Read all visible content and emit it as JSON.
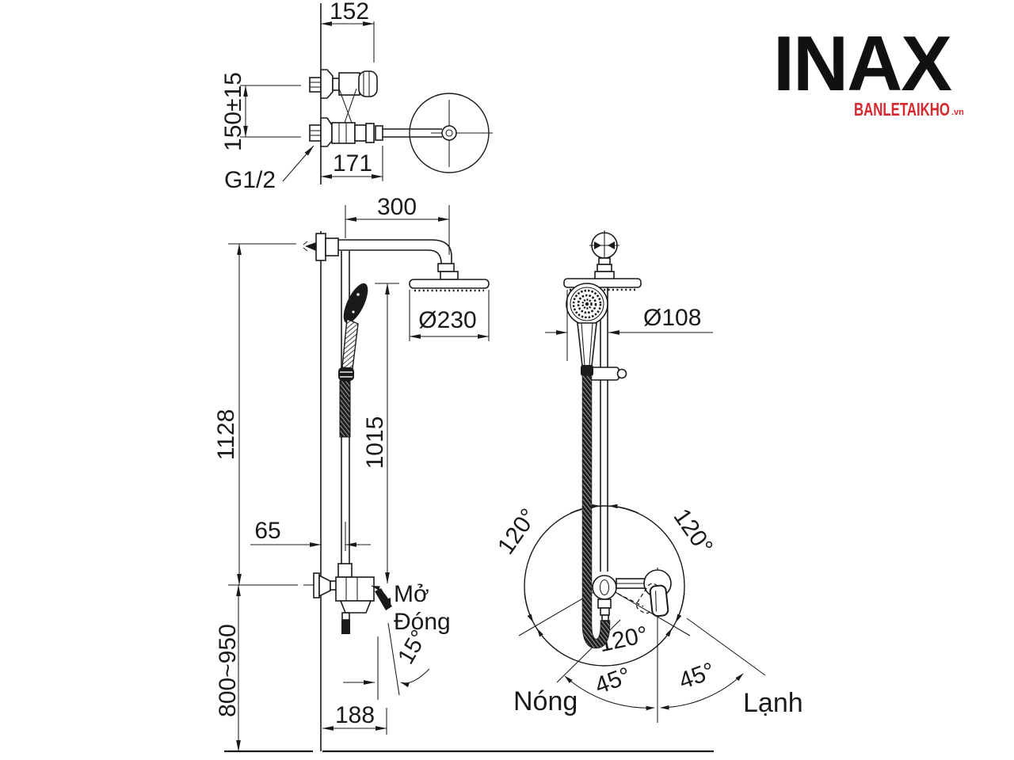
{
  "colors": {
    "line": "#1a1a1a",
    "background": "#ffffff",
    "brand": "#111111",
    "retailer": "#d7282f"
  },
  "logo": {
    "brand": "INAX",
    "retailer": "BANLETAIKHO",
    "suffix": ".vn"
  },
  "plan_view": {
    "dim_width": "152",
    "dim_spacing": "150±15",
    "dim_depth": "171",
    "thread": "G1/2"
  },
  "front_view": {
    "dim_arm": "300",
    "dim_head_diameter": "Ø230",
    "dim_total_height": "1128",
    "dim_pole_height": "1015",
    "dim_wall_offset": "65",
    "dim_install_height": "800~950",
    "dim_reach": "188",
    "label_open": "Mở",
    "label_close": "Đóng",
    "dim_tilt": "15°"
  },
  "side_view": {
    "dim_hand_diameter": "Ø108",
    "rotation_upper_left": "120°",
    "rotation_upper_right": "120°",
    "rotation_lower": "120°",
    "swing_left": "45°",
    "swing_right": "45°",
    "label_hot": "Nóng",
    "label_cold": "Lạnh"
  }
}
